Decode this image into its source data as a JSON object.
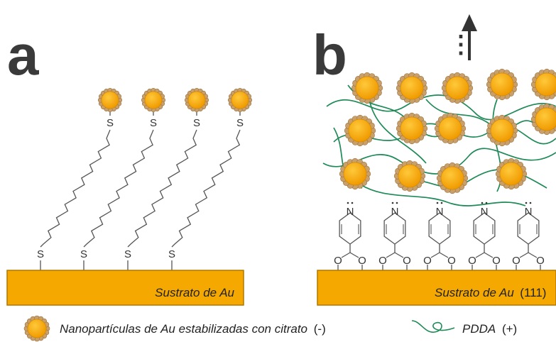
{
  "panels": {
    "a": {
      "letter": "a",
      "substrate_label": "Sustrato de Au",
      "sulfur_label": "S"
    },
    "b": {
      "letter": "b",
      "substrate_label": "Sustrato de Au",
      "substrate_suffix": "(111)",
      "nitrogen_label": "N",
      "oxygen_label": "O",
      "continuation": "⋮"
    }
  },
  "legend": {
    "nanoparticle_text": "Nanopartículas de Au estabilizadas con citrato",
    "nanoparticle_charge": "(-)",
    "pdda_text": "PDDA",
    "pdda_charge": "(+)"
  },
  "colors": {
    "gold": "#f5a800",
    "gold_dark": "#b07800",
    "citrate": "#c9a06a",
    "polymer": "#1e8a57",
    "molecule": "#555555"
  }
}
